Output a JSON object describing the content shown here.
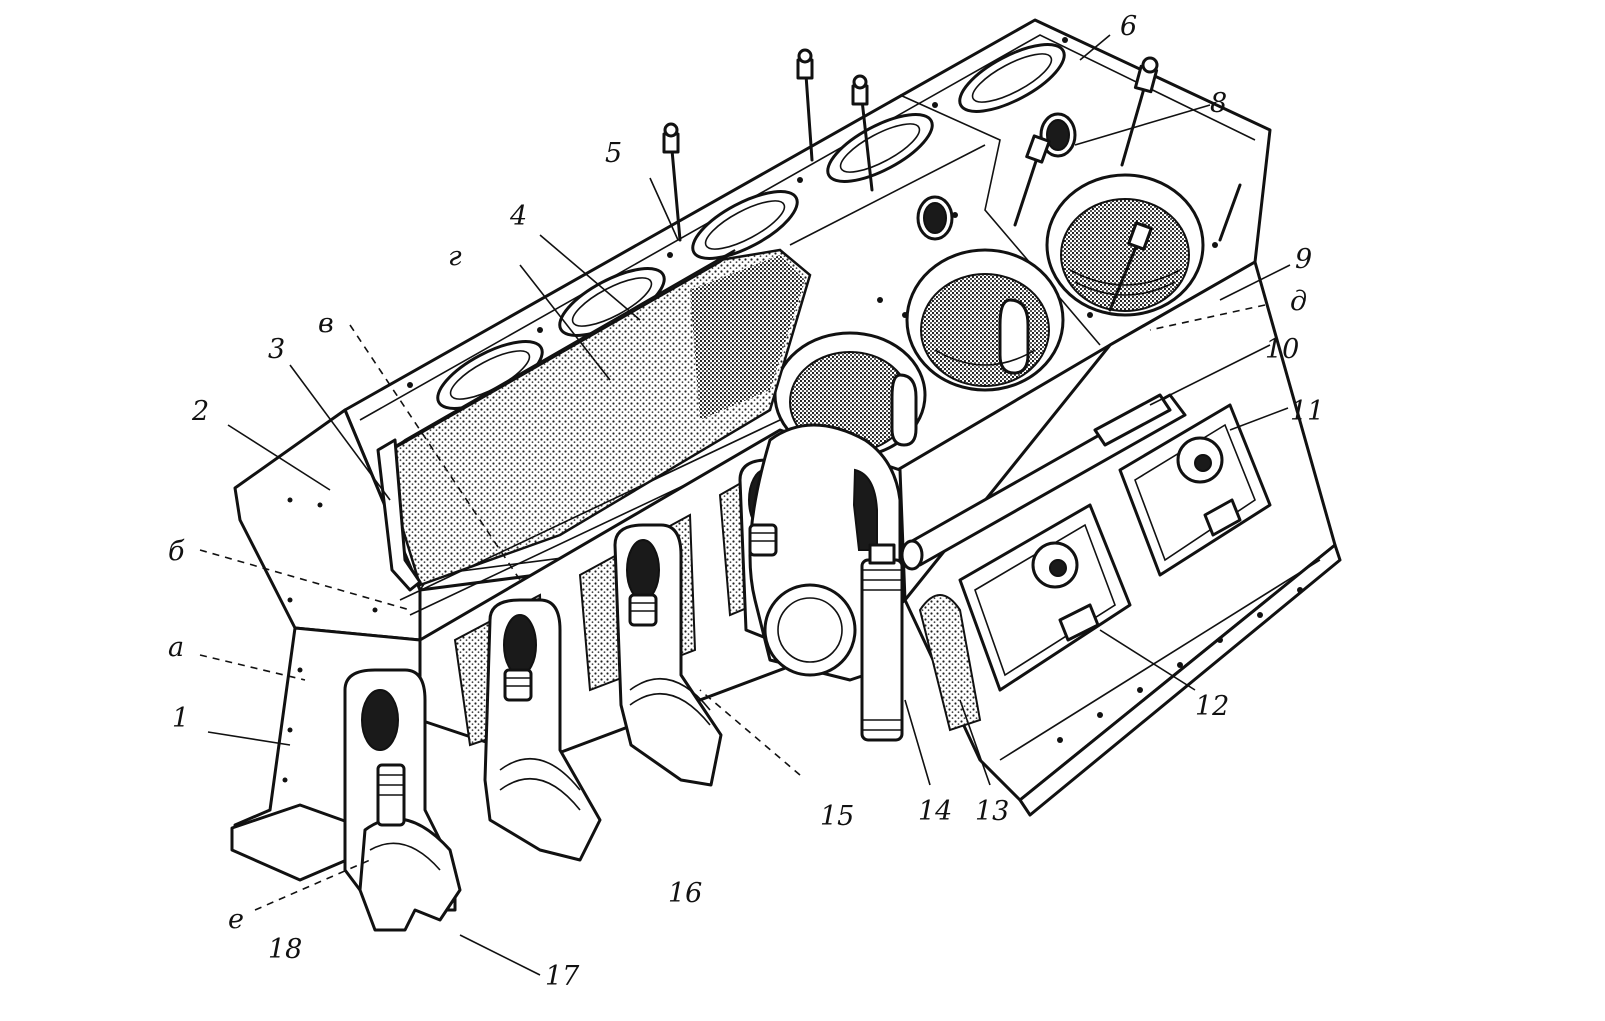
{
  "labels": {
    "l1": "1",
    "l2": "2",
    "l3": "3",
    "l4": "4",
    "l5": "5",
    "l6": "6",
    "l8": "8",
    "l9": "9",
    "l10": "10",
    "l11": "11",
    "l12": "12",
    "l13": "13",
    "l14": "14",
    "l15": "15",
    "l16": "16",
    "l17": "17",
    "l18": "18",
    "la": "а",
    "lb": "б",
    "lv": "в",
    "lg": "г",
    "ld": "д",
    "le": "е"
  }
}
